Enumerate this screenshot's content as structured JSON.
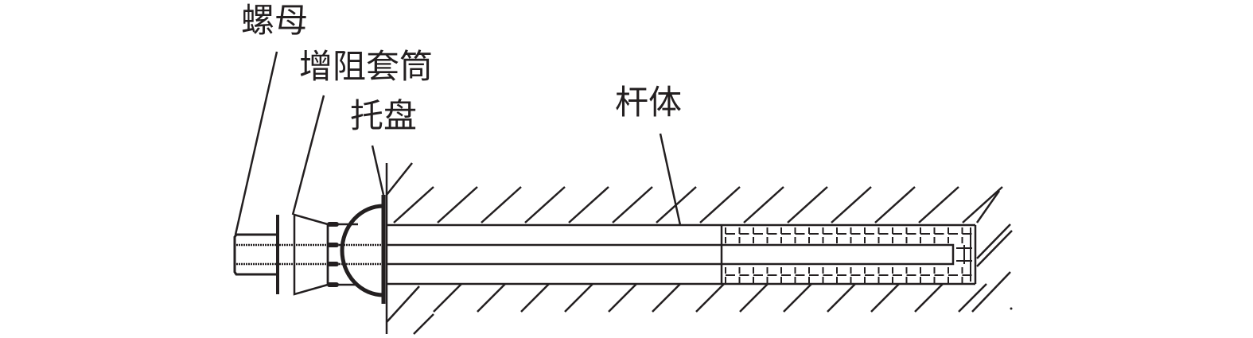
{
  "labels": {
    "nut": "螺母",
    "sleeve": "增阻套筒",
    "tray": "托盘",
    "rod": "杆体"
  },
  "colors": {
    "line": "#231f20",
    "background": "#ffffff"
  }
}
